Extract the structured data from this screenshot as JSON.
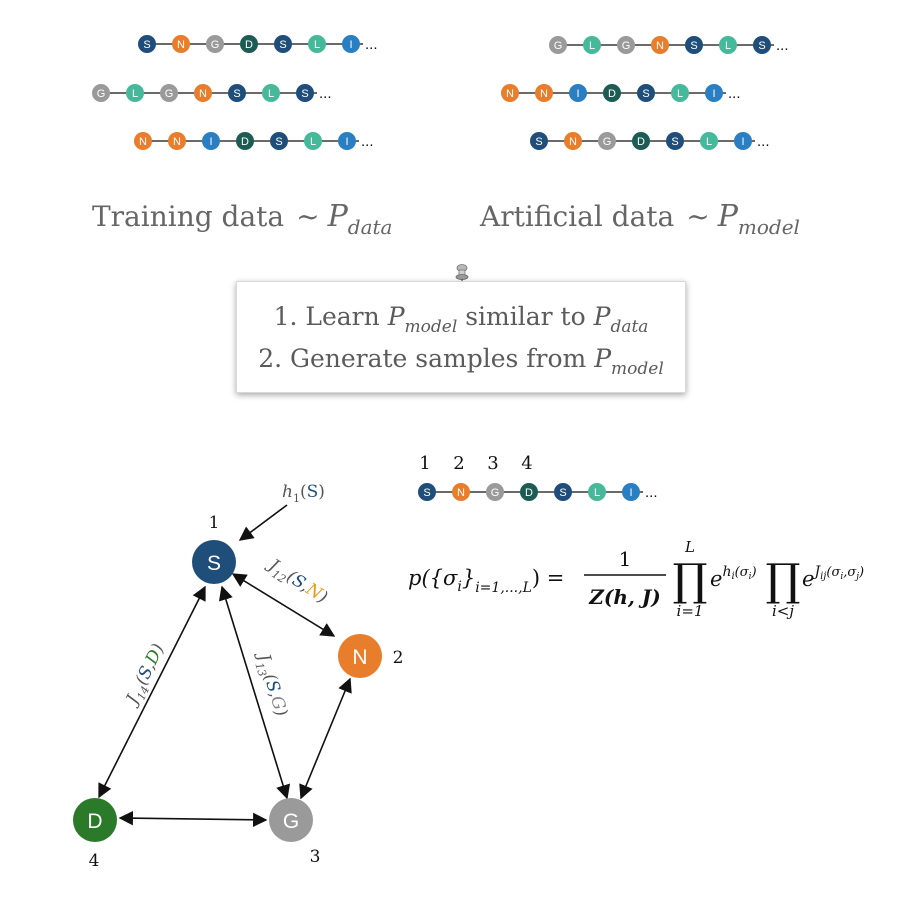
{
  "colors": {
    "S": "#1f4e7a",
    "N": "#e87d2b",
    "G": "#9a9a9a",
    "D": "#1d5c55",
    "L": "#45b99a",
    "I": "#2a7fc2",
    "D_graph": "#2a7a2a",
    "text": "#5b5b5b"
  },
  "sequences": [
    {
      "tokens": [
        "S",
        "N",
        "G",
        "D",
        "S",
        "L",
        "I"
      ],
      "trail": "..."
    },
    {
      "tokens": [
        "G",
        "L",
        "G",
        "N",
        "S",
        "L",
        "S"
      ],
      "trail": "..."
    },
    {
      "tokens": [
        "N",
        "N",
        "I",
        "D",
        "S",
        "L",
        "I"
      ],
      "trail": "..."
    },
    {
      "tokens": [
        "G",
        "L",
        "G",
        "N",
        "S",
        "L",
        "S"
      ],
      "trail": "..."
    },
    {
      "tokens": [
        "N",
        "N",
        "I",
        "D",
        "S",
        "L",
        "I"
      ],
      "trail": "..."
    },
    {
      "tokens": [
        "S",
        "N",
        "G",
        "D",
        "S",
        "L",
        "I"
      ],
      "trail": "..."
    }
  ],
  "labels": {
    "training": "Training data",
    "artificial": "Artificial data",
    "tilde": "~",
    "P": "P",
    "sub_data": "data",
    "sub_model": "model"
  },
  "steps": {
    "step1_prefix": "1. Learn",
    "step1_middle": "similar to",
    "step2_prefix": "2. Generate samples from"
  },
  "indexed_sequence": {
    "indices": [
      "1",
      "2",
      "3",
      "4"
    ],
    "tokens": [
      "S",
      "N",
      "G",
      "D",
      "S",
      "L",
      "I"
    ],
    "trail": "..."
  },
  "formula": {
    "lhs": "p({σ",
    "lhs_sub_i": "i",
    "lhs_close": "}",
    "lhs_range": "i=1,...,L",
    "lhs_end": ") =",
    "numerator": "1",
    "denominator": "Z(h, J)",
    "prod1_top": "L",
    "prod1_bottom": "i=1",
    "exp1_base": "e",
    "exp1_power": "h",
    "exp1_power_sub": "i",
    "exp1_power_arg": "(σ",
    "exp1_power_arg_sub": "i",
    "exp1_power_arg_close": ")",
    "prod2_bottom": "i<j",
    "exp2_base": "e",
    "exp2_power": "J",
    "exp2_power_sub": "ij",
    "exp2_power_arg": "(σ",
    "exp2_power_arg_sub1": "i",
    "exp2_power_arg_mid": ",σ",
    "exp2_power_arg_sub2": "j",
    "exp2_power_arg_close": ")"
  },
  "graph": {
    "nodes": [
      {
        "letter": "S",
        "index": "1"
      },
      {
        "letter": "N",
        "index": "2"
      },
      {
        "letter": "G",
        "index": "3"
      },
      {
        "letter": "D",
        "index": "4"
      }
    ],
    "field_label": {
      "name": "h",
      "sub": "1",
      "open": "(",
      "arg": "S",
      "close": ")"
    },
    "edge_labels": {
      "J12": {
        "name": "J",
        "sub": "12",
        "open": "(",
        "a": "S",
        "comma": ",",
        "b": "N",
        "close": ")"
      },
      "J13": {
        "name": "J",
        "sub": "13",
        "open": "(",
        "a": "S",
        "comma": ",",
        "b": "G",
        "close": ")"
      },
      "J14": {
        "name": "J",
        "sub": "14",
        "open": "(",
        "a": "S",
        "comma": ",",
        "b": "D",
        "close": ")"
      }
    }
  }
}
